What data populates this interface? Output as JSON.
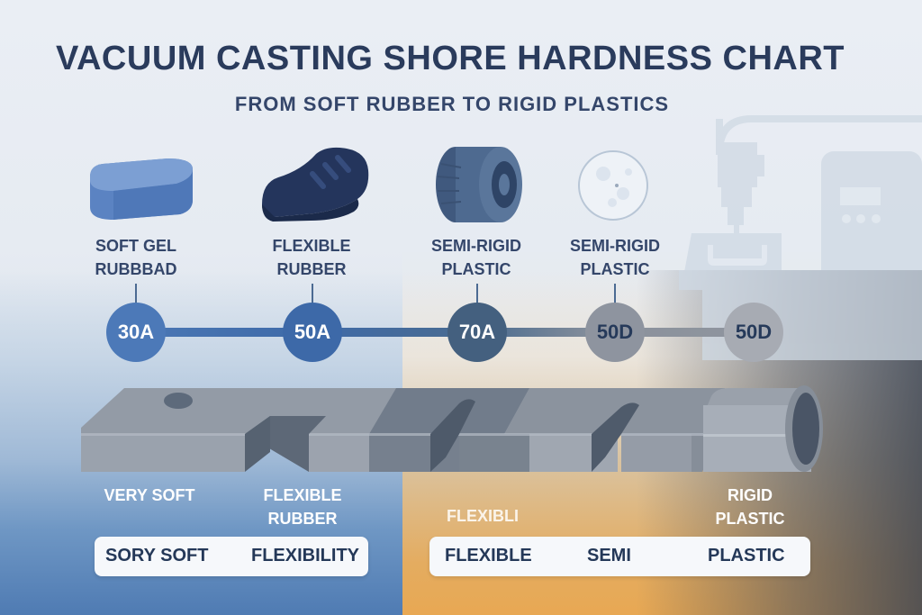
{
  "header": {
    "title": "VACUUM CASTING SHORE HARDNESS CHART",
    "subtitle": "FROM SOFT RUBBER TO RIGID PLASTICS"
  },
  "materials": [
    {
      "icon": "gel-pad-icon",
      "line1": "SOFT GEL",
      "line2": "RUBBBAD"
    },
    {
      "icon": "shoe-icon",
      "line1": "FLEXIBLE",
      "line2": "RUBBER"
    },
    {
      "icon": "wheel-icon",
      "line1": "SEMI-RIGID",
      "line2": "PLASTIC"
    },
    {
      "icon": "plastic-ball-icon",
      "line1": "SEMI-RIGID",
      "line2": "PLASTIC"
    }
  ],
  "scale": {
    "nodes": [
      {
        "label": "30A",
        "color": "#4c79b8",
        "text_color": "#ffffff"
      },
      {
        "label": "50A",
        "color": "#3d69a8",
        "text_color": "#ffffff"
      },
      {
        "label": "70A",
        "color": "#44607f",
        "text_color": "#ffffff"
      },
      {
        "label": "50D",
        "color": "#8e949f",
        "text_color": "#263a5a"
      },
      {
        "label": "50D",
        "color": "#a7abb3",
        "text_color": "#263a5a"
      }
    ]
  },
  "band_labels": [
    {
      "line1": "VERY SOFT",
      "line2": ""
    },
    {
      "line1": "FLEXIBLE",
      "line2": "RUBBER"
    },
    {
      "line1": "FLEXIBLI",
      "line2": ""
    },
    {
      "line1": "RIGID",
      "line2": "PLASTIC"
    }
  ],
  "pills": {
    "left": [
      "SORY SOFT",
      "FLEXIBILITY"
    ],
    "right": [
      "FLEXIBLE",
      "SEMI",
      "PLASTIC"
    ]
  },
  "chart_data": {
    "type": "table",
    "title": "VACUUM CASTING SHORE HARDNESS CHART",
    "subtitle": "FROM SOFT RUBBER TO RIGID PLASTICS",
    "categories": [
      "SOFT GEL RUBBBAD",
      "FLEXIBLE RUBBER",
      "SEMI-RIGID PLASTIC",
      "SEMI-RIGID PLASTIC",
      ""
    ],
    "values": [
      "30A",
      "50A",
      "70A",
      "50D",
      "50D"
    ],
    "band_labels": [
      "VERY SOFT",
      "FLEXIBLE RUBBER",
      "FLEXIBLI",
      "RIGID PLASTIC"
    ],
    "legend": [
      "SORY SOFT",
      "FLEXIBILITY",
      "FLEXIBLE",
      "SEMI",
      "PLASTIC"
    ]
  }
}
